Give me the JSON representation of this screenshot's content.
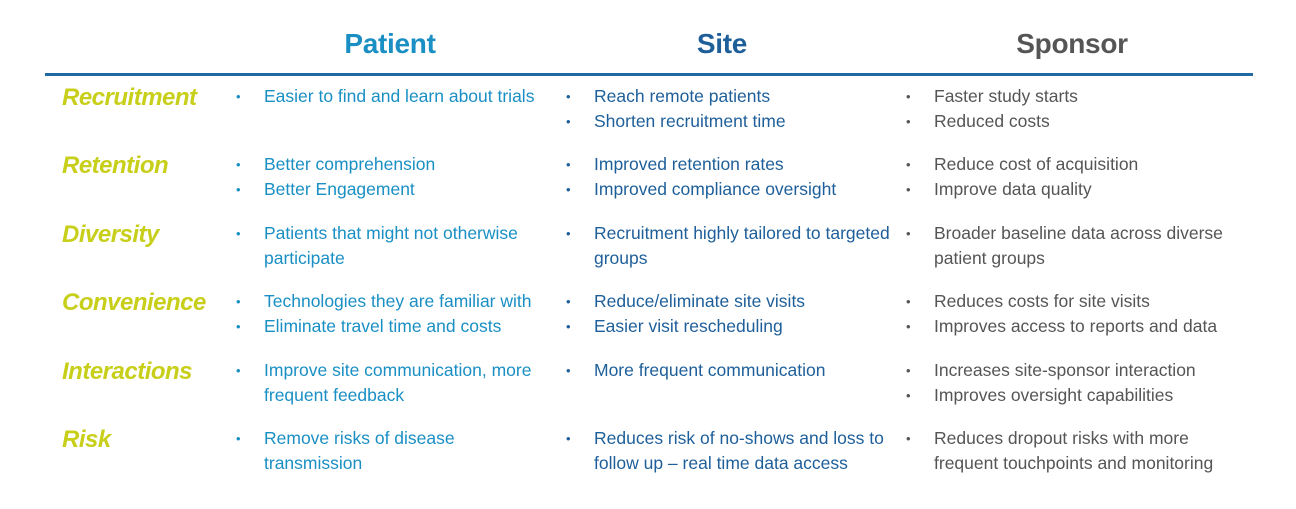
{
  "headers": {
    "patient": "Patient",
    "site": "Site",
    "sponsor": "Sponsor"
  },
  "rows": [
    {
      "category": "Recruitment",
      "patient": [
        "Easier to find and learn about trials"
      ],
      "site": [
        "Reach remote patients",
        "Shorten recruitment time"
      ],
      "sponsor": [
        "Faster study starts",
        "Reduced costs"
      ]
    },
    {
      "category": "Retention",
      "patient": [
        "Better comprehension",
        "Better Engagement"
      ],
      "site": [
        "Improved retention rates",
        "Improved compliance oversight"
      ],
      "sponsor": [
        "Reduce cost of acquisition",
        "Improve data quality"
      ]
    },
    {
      "category": "Diversity",
      "patient": [
        "Patients that might not otherwise",
        "participate"
      ],
      "site": [
        "Recruitment highly tailored to targeted",
        "groups"
      ],
      "sponsor": [
        "Broader baseline data across diverse",
        "patient groups"
      ]
    },
    {
      "category": "Convenience",
      "patient": [
        "Technologies they are familiar with",
        "Eliminate travel time and costs"
      ],
      "site": [
        "Reduce/eliminate site visits",
        "Easier visit rescheduling"
      ],
      "sponsor": [
        "Reduces costs for site visits",
        "Improves access to reports and data"
      ]
    },
    {
      "category": "Interactions",
      "patient": [
        "Improve site communication, more",
        "frequent feedback"
      ],
      "site": [
        "More frequent communication"
      ],
      "sponsor": [
        "Increases site-sponsor interaction",
        "Improves oversight capabilities"
      ]
    },
    {
      "category": "Risk",
      "patient": [
        "Remove risks of disease",
        "transmission"
      ],
      "site": [
        "Reduces risk of no-shows and loss to",
        "follow up – real time data access"
      ],
      "sponsor": [
        "Reduces dropout risks with more",
        "frequent touchpoints and monitoring"
      ]
    }
  ],
  "colors": {
    "category": "#c8cf1a",
    "patient": "#1a8fc4",
    "site": "#1e5f9a",
    "sponsor": "#555555",
    "rule": "#1f6aa3"
  }
}
